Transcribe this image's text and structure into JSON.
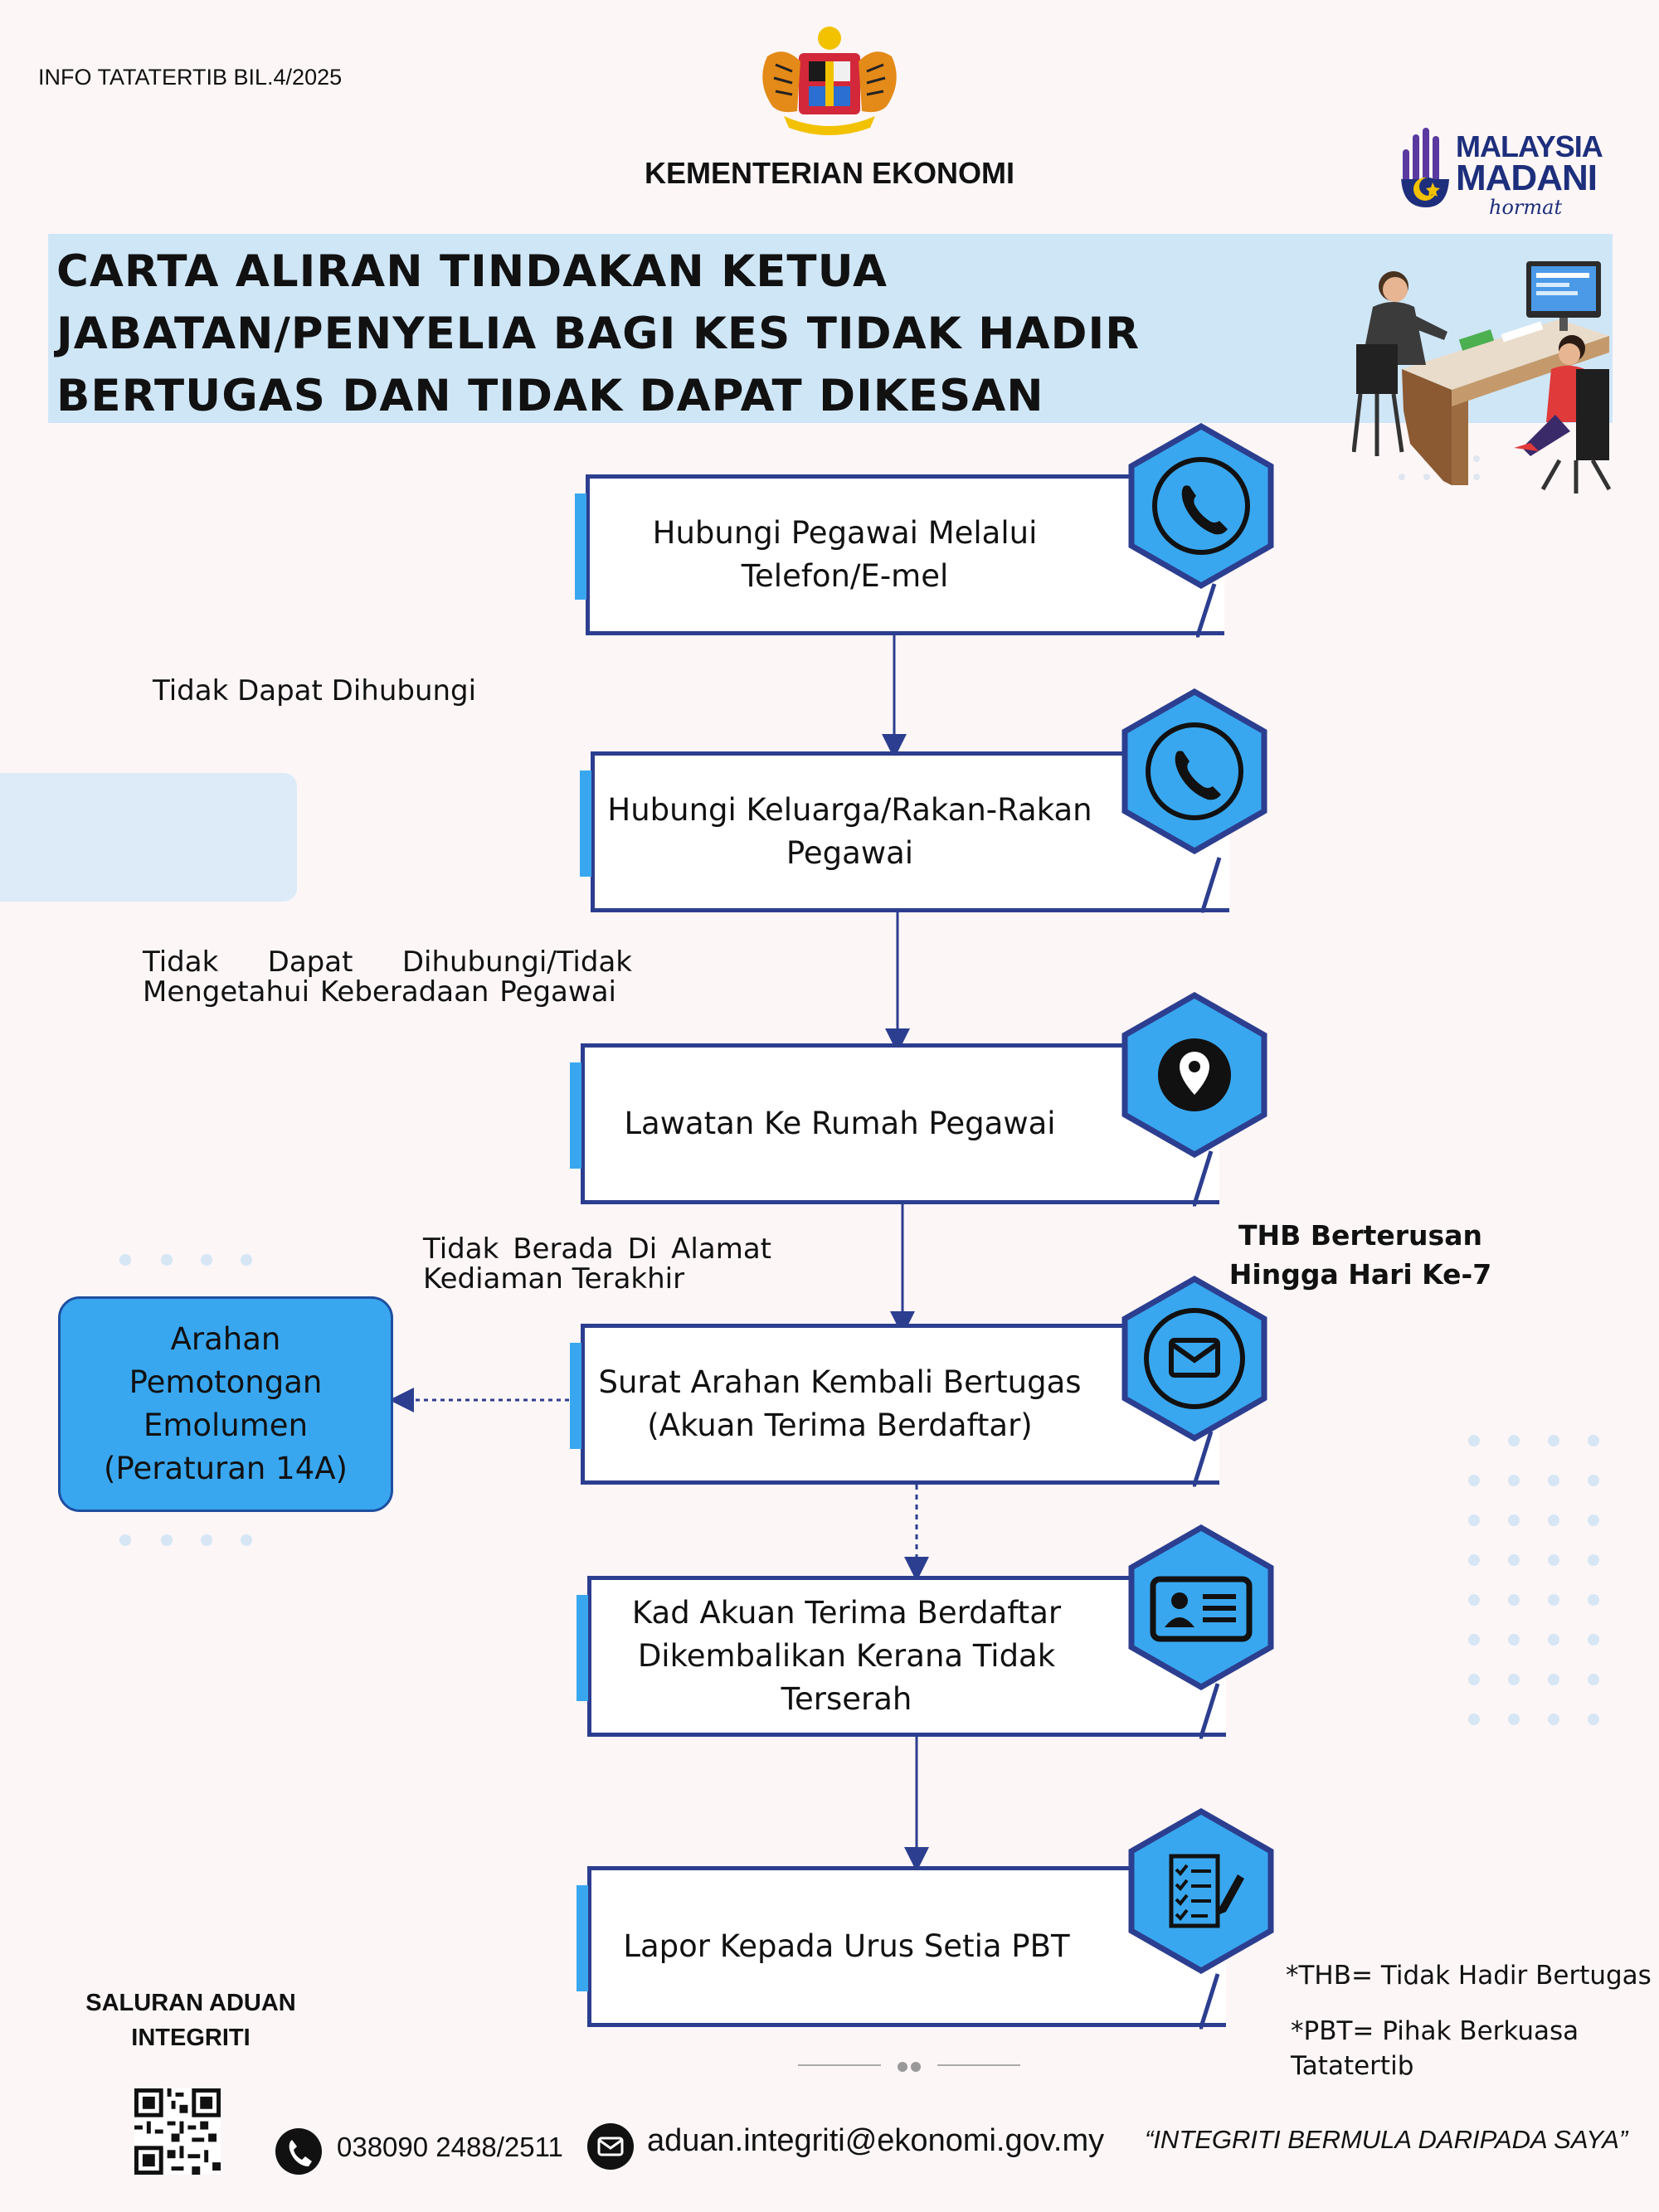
{
  "header": {
    "info": "INFO TATATERTIB BIL.4/2025",
    "ministry": "KEMENTERIAN EKONOMI",
    "brand_line1": "MALAYSIA",
    "brand_line2": "MADANI",
    "brand_line3": "hormat",
    "title": "CARTA ALIRAN TINDAKAN KETUA JABATAN/PENYELIA BAGI KES TIDAK HADIR BERTUGAS DAN TIDAK DAPAT DIKESAN"
  },
  "steps": [
    {
      "text": "Hubungi Pegawai Melalui Telefon/E-mel",
      "icon": "phone-icon"
    },
    {
      "text": "Hubungi Keluarga/Rakan-Rakan Pegawai",
      "icon": "phone-icon"
    },
    {
      "text": "Lawatan Ke Rumah Pegawai",
      "icon": "location-pin-icon"
    },
    {
      "text": "Surat Arahan Kembali Bertugas (Akuan Terima Berdaftar)",
      "icon": "mail-icon"
    },
    {
      "text": "Kad Akuan Terima Berdaftar Dikembalikan Kerana Tidak Terserah",
      "icon": "id-card-icon"
    },
    {
      "text": "Lapor Kepada Urus Setia PBT",
      "icon": "checklist-icon"
    }
  ],
  "conditions": {
    "c1": "Tidak Dapat Dihubungi",
    "c2": "Tidak Dapat Dihubungi/Tidak Mengetahui Keberadaan Pegawai",
    "c3": "Tidak Berada Di Alamat Kediaman Terakhir"
  },
  "side_action": "Arahan Pemotongan Emolumen (Peraturan 14A)",
  "thb_note": "THB Berterusan Hingga Hari Ke-7",
  "legend": {
    "thb": "*THB= Tidak Hadir Bertugas",
    "pbt": "*PBT= Pihak Berkuasa Tatatertib"
  },
  "footer": {
    "saluran": "SALURAN ADUAN INTEGRITI",
    "phone": "038090 2488/2511",
    "email": "aduan.integriti@ekonomi.gov.my",
    "slogan": "“INTEGRITI BERMULA DARIPADA SAYA”"
  },
  "colors": {
    "accent": "#39a7ef",
    "navy": "#2c3e8f",
    "title_band": "#cfe6f7",
    "background": "#fcf6f7"
  }
}
